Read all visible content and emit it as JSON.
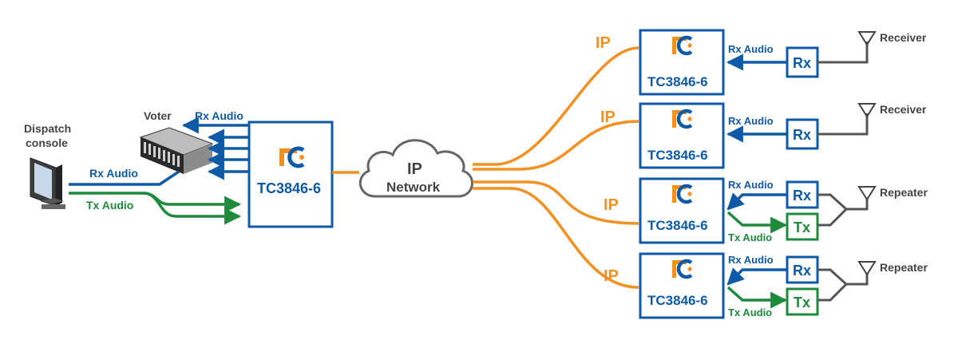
{
  "colors": {
    "blue": "#0e5aa7",
    "green": "#1e8a3c",
    "orange": "#f29121",
    "gray": "#555555"
  },
  "dispatch": {
    "line1": "Dispatch",
    "line2": "console"
  },
  "voter": {
    "label": "Voter"
  },
  "left_links": {
    "rx": "Rx Audio",
    "tx": "Tx Audio",
    "voter_rx": "Rx Audio"
  },
  "main_device": {
    "name": "TC3846-6",
    "logo": "tc-logo-icon"
  },
  "cloud": {
    "line1": "IP",
    "line2": "Network"
  },
  "sites": [
    {
      "ip": "IP",
      "device": "TC3846-6",
      "rx_label": "Rx Audio",
      "rx_box": "Rx",
      "antenna": "Receiver"
    },
    {
      "ip": "IP",
      "device": "TC3846-6",
      "rx_label": "Rx Audio",
      "rx_box": "Rx",
      "antenna": "Receiver"
    },
    {
      "ip": "IP",
      "device": "TC3846-6",
      "rx_label": "Rx Audio",
      "rx_box": "Rx",
      "tx_label": "Tx Audio",
      "tx_box": "Tx",
      "antenna": "Repeater"
    },
    {
      "ip": "IP",
      "device": "TC3846-6",
      "rx_label": "Rx Audio",
      "rx_box": "Rx",
      "tx_label": "Tx Audio",
      "tx_box": "Tx",
      "antenna": "Repeater"
    }
  ]
}
